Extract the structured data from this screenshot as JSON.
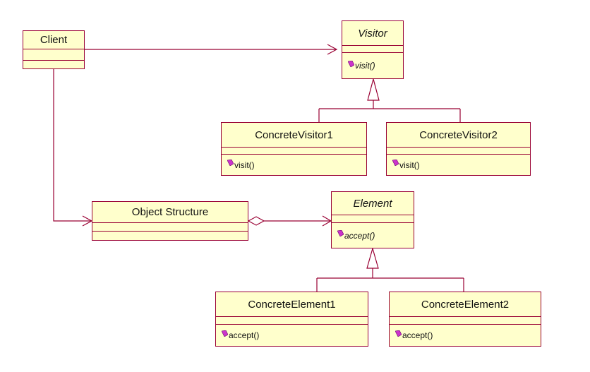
{
  "diagram": {
    "classes": {
      "client": {
        "name": "Client",
        "operation": ""
      },
      "visitor": {
        "name": "Visitor",
        "operation": "visit()",
        "abstract": true
      },
      "concrete_visitor_1": {
        "name": "ConcreteVisitor1",
        "operation": "visit()"
      },
      "concrete_visitor_2": {
        "name": "ConcreteVisitor2",
        "operation": "visit()"
      },
      "object_structure": {
        "name": "Object Structure",
        "operation": ""
      },
      "element": {
        "name": "Element",
        "operation": "accept()",
        "abstract": true
      },
      "concrete_element_1": {
        "name": "ConcreteElement1",
        "operation": "accept()"
      },
      "concrete_element_2": {
        "name": "ConcreteElement2",
        "operation": "accept()"
      }
    },
    "colors": {
      "fill": "#ffffcc",
      "border": "#990033",
      "line": "#990033",
      "operation_icon": "#cc33cc"
    }
  }
}
